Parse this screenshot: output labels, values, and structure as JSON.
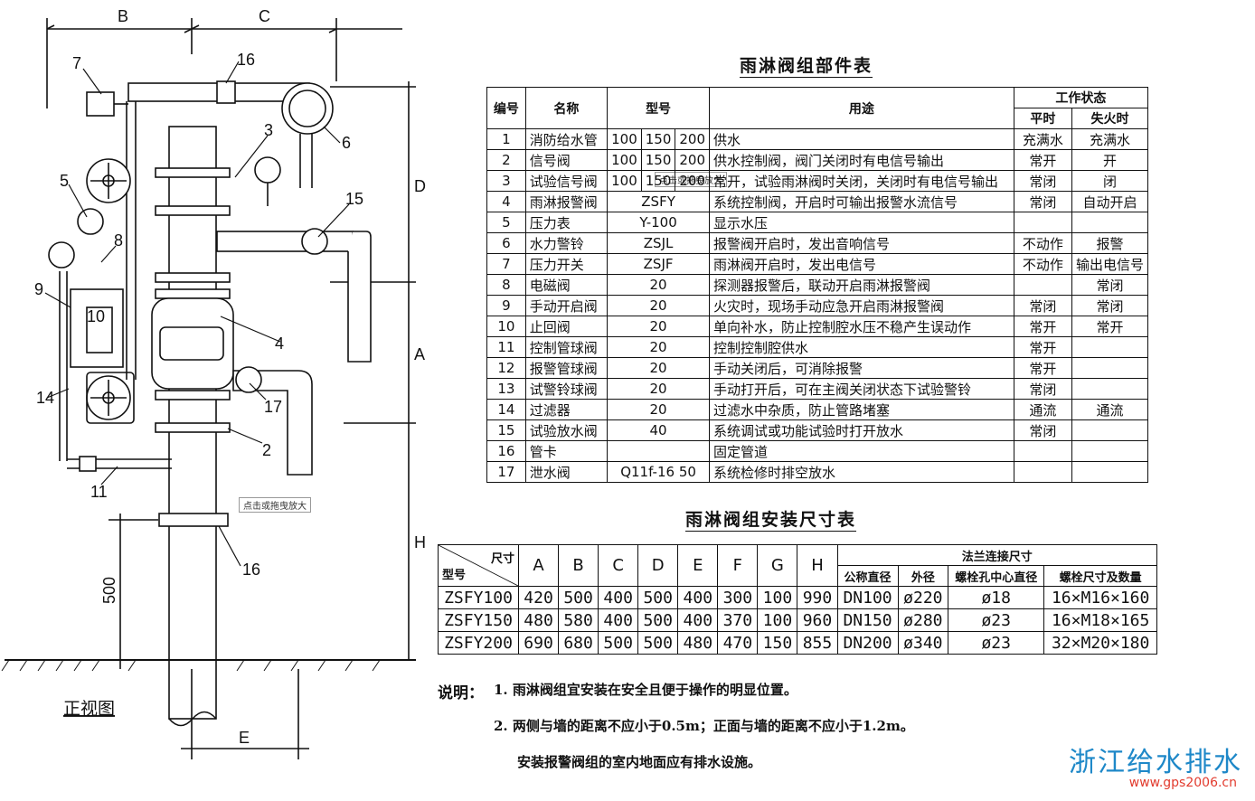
{
  "drawing": {
    "view_label": "正视图",
    "dim_labels": {
      "B": "B",
      "C": "C",
      "D": "D",
      "A": "A",
      "H": "H",
      "E": "E",
      "h500": "500"
    },
    "callouts": [
      "7",
      "16",
      "3",
      "5",
      "8",
      "6",
      "15",
      "9",
      "10",
      "4",
      "14",
      "17",
      "2",
      "11",
      "16"
    ],
    "hover_tip_1": "点击或拖曳放大",
    "hover_tip_2": "点击或拖曳放大"
  },
  "parts_table": {
    "title": "雨淋阀组部件表",
    "headers": {
      "no": "编号",
      "name": "名称",
      "model": "型号",
      "use": "用途",
      "state": "工作状态",
      "normal": "平时",
      "fire": "失火时"
    },
    "rows": [
      {
        "no": "1",
        "name": "消防给水管",
        "m1": "100",
        "m2": "150",
        "m3": "200",
        "use": "供水",
        "normal": "充满水",
        "fire": "充满水"
      },
      {
        "no": "2",
        "name": "信号阀",
        "m1": "100",
        "m2": "150",
        "m3": "200",
        "use": "供水控制阀，阀门关闭时有电信号输出",
        "normal": "常开",
        "fire": "开"
      },
      {
        "no": "3",
        "name": "试验信号阀",
        "m1": "100",
        "m2": "150",
        "m3": "200",
        "use": "常开，试验雨淋阀时关闭，关闭时有电信号输出",
        "normal": "常闭",
        "fire": "闭"
      },
      {
        "no": "4",
        "name": "雨淋报警阀",
        "model": "ZSFY",
        "use": "系统控制阀，开启时可输出报警水流信号",
        "normal": "常闭",
        "fire": "自动开启"
      },
      {
        "no": "5",
        "name": "压力表",
        "model": "Y-100",
        "use": "显示水压",
        "normal": "",
        "fire": ""
      },
      {
        "no": "6",
        "name": "水力警铃",
        "model": "ZSJL",
        "use": "报警阀开启时，发出音响信号",
        "normal": "不动作",
        "fire": "报警"
      },
      {
        "no": "7",
        "name": "压力开关",
        "model": "ZSJF",
        "use": "雨淋阀开启时，发出电信号",
        "normal": "不动作",
        "fire": "输出电信号"
      },
      {
        "no": "8",
        "name": "电磁阀",
        "model": "20",
        "use": "探测器报警后，联动开启雨淋报警阀",
        "normal": "",
        "fire": "常闭"
      },
      {
        "no": "9",
        "name": "手动开启阀",
        "model": "20",
        "use": "火灾时，现场手动应急开启雨淋报警阀",
        "normal": "常闭",
        "fire": "常闭"
      },
      {
        "no": "10",
        "name": "止回阀",
        "model": "20",
        "use": "单向补水，防止控制腔水压不稳产生误动作",
        "normal": "常开",
        "fire": "常开"
      },
      {
        "no": "11",
        "name": "控制管球阀",
        "model": "20",
        "use": "控制控制腔供水",
        "normal": "常开",
        "fire": ""
      },
      {
        "no": "12",
        "name": "报警管球阀",
        "model": "20",
        "use": "手动关闭后，可消除报警",
        "normal": "常开",
        "fire": ""
      },
      {
        "no": "13",
        "name": "试警铃球阀",
        "model": "20",
        "use": "手动打开后，可在主阀关闭状态下试验警铃",
        "normal": "常闭",
        "fire": ""
      },
      {
        "no": "14",
        "name": "过滤器",
        "model": "20",
        "use": "过滤水中杂质，防止管路堵塞",
        "normal": "通流",
        "fire": "通流"
      },
      {
        "no": "15",
        "name": "试验放水阀",
        "model": "40",
        "use": "系统调试或功能试验时打开放水",
        "normal": "常闭",
        "fire": ""
      },
      {
        "no": "16",
        "name": "管卡",
        "model": "",
        "use": "固定管道",
        "normal": "",
        "fire": ""
      },
      {
        "no": "17",
        "name": "泄水阀",
        "model": "Q11f-16  50",
        "use": "系统检修时排空放水",
        "normal": "",
        "fire": ""
      }
    ]
  },
  "size_table": {
    "title": "雨淋阀组安装尺寸表",
    "corner_top": "尺寸",
    "corner_bottom": "型号",
    "cols": [
      "A",
      "B",
      "C",
      "D",
      "E",
      "F",
      "G",
      "H"
    ],
    "flange_header": "法兰连接尺寸",
    "flange_cols": [
      "公称直径",
      "外径",
      "螺栓孔中心直径",
      "螺栓尺寸及数量"
    ],
    "rows": [
      {
        "model": "ZSFY100",
        "vals": [
          "420",
          "500",
          "400",
          "500",
          "400",
          "300",
          "100",
          "990"
        ],
        "flange": [
          "DN100",
          "ø220",
          "ø18",
          "16×M16×160"
        ]
      },
      {
        "model": "ZSFY150",
        "vals": [
          "480",
          "580",
          "400",
          "500",
          "400",
          "370",
          "100",
          "960"
        ],
        "flange": [
          "DN150",
          "ø280",
          "ø23",
          "16×M18×165"
        ]
      },
      {
        "model": "ZSFY200",
        "vals": [
          "690",
          "680",
          "500",
          "500",
          "480",
          "470",
          "150",
          "855"
        ],
        "flange": [
          "DN200",
          "ø340",
          "ø23",
          "32×M20×180"
        ]
      }
    ]
  },
  "notes": {
    "label": "说明：",
    "n1": "1. 雨淋阀组宜安装在安全且便于操作的明显位置。",
    "n2": "2. 两侧与墙的距离不应小于0.5m；正面与墙的距离不应小于1.2m。",
    "n3": "安装报警阀组的室内地面应有排水设施。"
  },
  "watermark": {
    "cn": "浙江给水排水",
    "url": "www.gps2006.cn"
  }
}
